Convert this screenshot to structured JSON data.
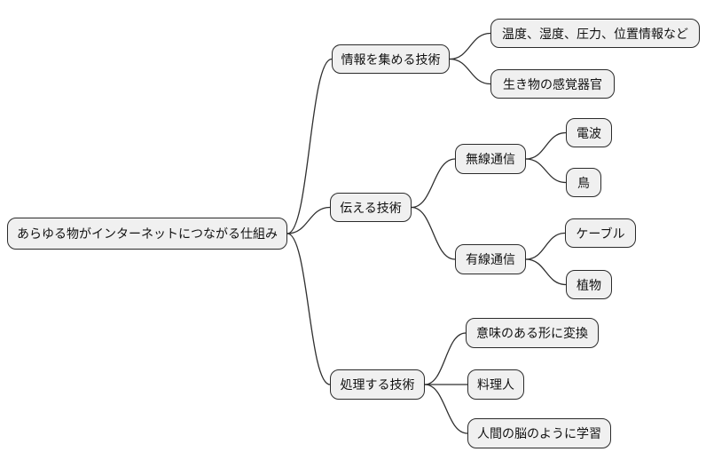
{
  "title": "mindmap",
  "style": {
    "background": "#ffffff",
    "node_fill": "#f0f0f0",
    "node_border": "#2b2b2b",
    "edge_color": "#2f2f2f",
    "text_color": "#111111"
  },
  "mindmap": {
    "root": {
      "label": "あらゆる物がインターネットにつながる仕組み"
    },
    "branches": [
      {
        "label": "情報を集める技術",
        "children": [
          {
            "label": "温度、湿度、圧力、位置情報など"
          },
          {
            "label": "生き物の感覚器官"
          }
        ]
      },
      {
        "label": "伝える技術",
        "children": [
          {
            "label": "無線通信",
            "children": [
              {
                "label": "電波"
              },
              {
                "label": "鳥"
              }
            ]
          },
          {
            "label": "有線通信",
            "children": [
              {
                "label": "ケーブル"
              },
              {
                "label": "植物"
              }
            ]
          }
        ]
      },
      {
        "label": "処理する技術",
        "children": [
          {
            "label": "意味のある形に変換"
          },
          {
            "label": "料理人"
          },
          {
            "label": "人間の脳のように学習"
          }
        ]
      }
    ]
  }
}
